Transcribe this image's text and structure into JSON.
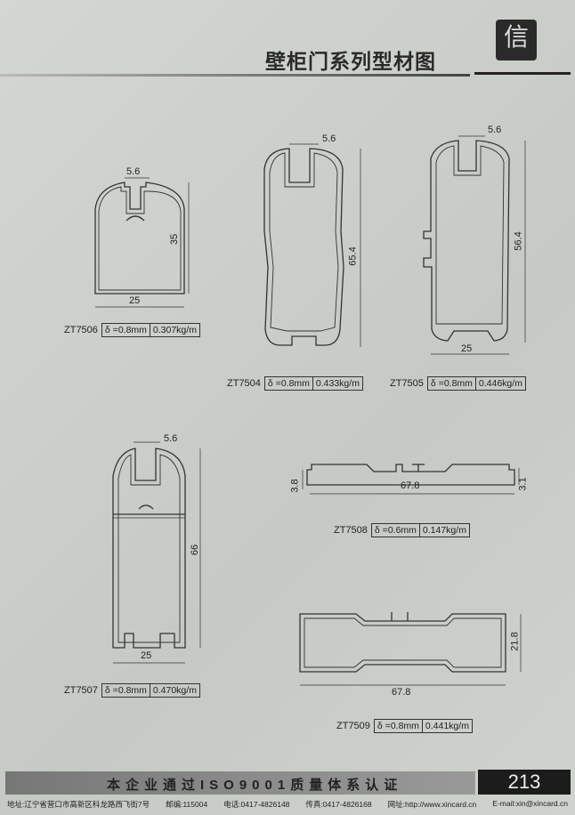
{
  "header": {
    "title": "壁柜门系列型材图",
    "seal_char": "信"
  },
  "profiles": [
    {
      "code": "ZT7506",
      "thickness": "δ =0.8mm",
      "weight": "0.307kg/m",
      "dims": [
        "5.6",
        "35",
        "25"
      ]
    },
    {
      "code": "ZT7504",
      "thickness": "δ =0.8mm",
      "weight": "0.433kg/m",
      "dims": [
        "5.6",
        "65.4"
      ]
    },
    {
      "code": "ZT7505",
      "thickness": "δ =0.8mm",
      "weight": "0.446kg/m",
      "dims": [
        "5.6",
        "56.4",
        "25"
      ]
    },
    {
      "code": "ZT7507",
      "thickness": "δ =0.8mm",
      "weight": "0.470kg/m",
      "dims": [
        "5.6",
        "66",
        "25"
      ]
    },
    {
      "code": "ZT7508",
      "thickness": "δ =0.6mm",
      "weight": "0.147kg/m",
      "dims": [
        "3.8",
        "67.8",
        "3.1"
      ]
    },
    {
      "code": "ZT7509",
      "thickness": "δ =0.8mm",
      "weight": "0.441kg/m",
      "dims": [
        "21.8",
        "67.8"
      ]
    }
  ],
  "footer": {
    "slogan": "本企业通过ISO9001质量体系认证",
    "page_number": "213",
    "address": "地址:辽宁省营口市高新区科龙路西飞街7号",
    "postcode": "邮编:115004",
    "phone": "电话:0417-4826148",
    "fax": "传真:0417-4826168",
    "website": "网址:http://www.xincard.cn",
    "email": "E-mail:xin@xincard.cn"
  }
}
